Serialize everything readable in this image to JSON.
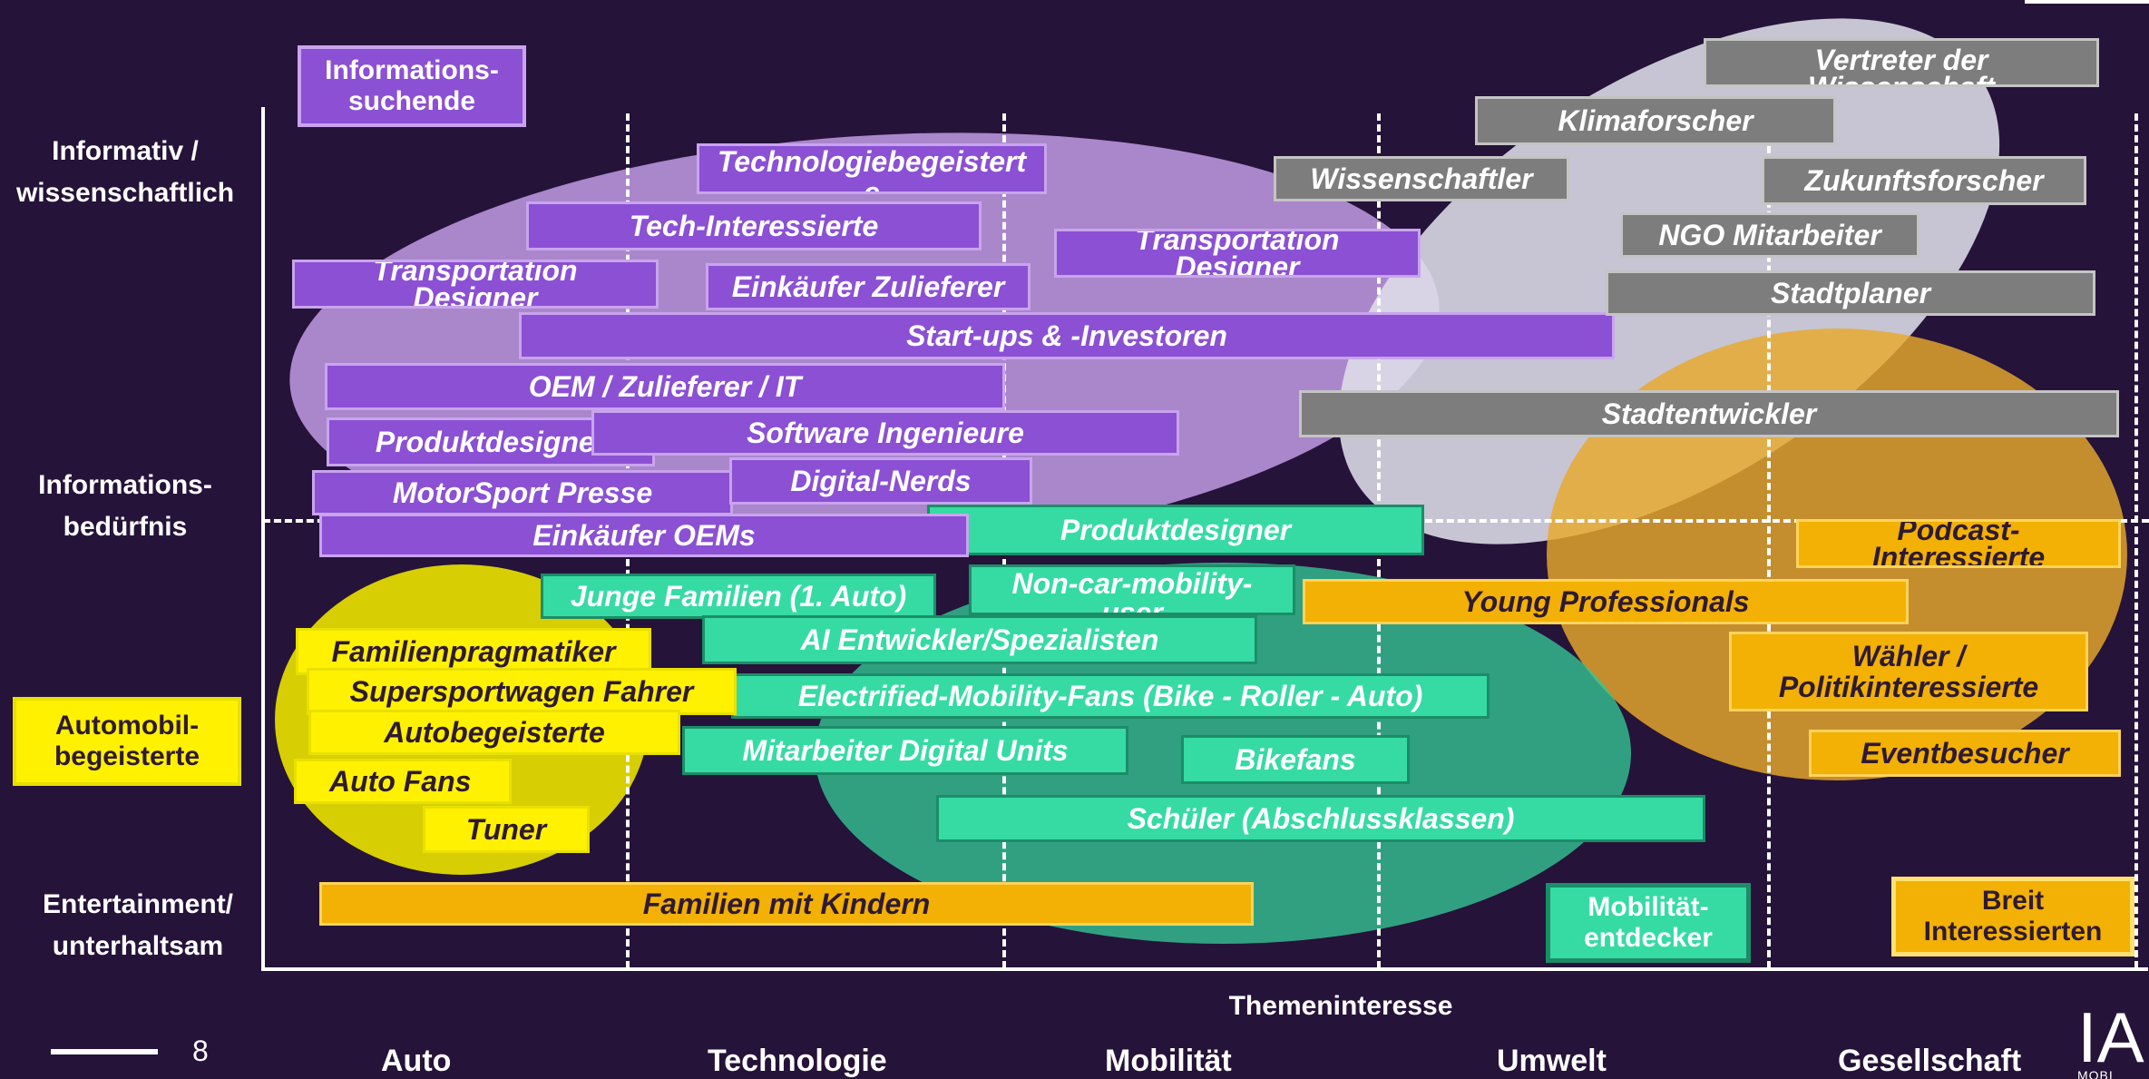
{
  "y_axis": {
    "top": "Informativ /\nwissenschaftlich",
    "mid": "Informations-\nbedürfnis",
    "bottom": "Entertainment/\nunterhaltsam"
  },
  "x_axis": {
    "title": "Themeninteresse",
    "categories": [
      "Auto",
      "Technologie",
      "Mobilität",
      "Umwelt",
      "Gesellschaft"
    ]
  },
  "legend": {
    "informationssuchende": "Informations-\nsuchende",
    "automobilbegeisterte": "Automobil-\nbegeisterte",
    "mobilitaetsentdecker": "Mobilität-\nentdecker",
    "breit_interessierten": "Breit\nInteressierten"
  },
  "page_number": "8",
  "logo_text": "IA",
  "logo_sub": "MOBI",
  "segments": {
    "purple": [
      "Technologiebegeistert\ne",
      "Tech-Interessierte",
      "Transportation\nDesigner",
      "Einkäufer Zulieferer",
      "Transportation\nDesigner",
      "Start-ups & -Investoren",
      "OEM / Zulieferer / IT",
      "Produktdesigner",
      "Software Ingenieure",
      "MotorSport Presse",
      "Digital-Nerds",
      "Einkäufer OEMs"
    ],
    "gray": [
      "Vertreter der\nWissenschaft",
      "Klimaforscher",
      "Wissenschaftler",
      "Zukunftsforscher",
      "NGO Mitarbeiter",
      "Stadtplaner",
      "Stadtentwickler"
    ],
    "green": [
      "Produktdesigner",
      "Junge Familien (1. Auto)",
      "Non-car-mobility-\nuser",
      "AI Entwickler/Spezialisten",
      "Electrified-Mobility-Fans (Bike - Roller - Auto)",
      "Mitarbeiter Digital Units",
      "Bikefans",
      "Schüler (Abschlussklassen)"
    ],
    "orange": [
      "Podcast-\nInteressierte",
      "Young Professionals",
      "Wähler /\nPolitikinteressierte",
      "Eventbesucher",
      "Familien mit Kindern"
    ],
    "yellow": [
      "Familienpragmatiker",
      "Supersportwagen Fahrer",
      "Autobegeisterte",
      "Auto Fans",
      "Tuner"
    ]
  },
  "colors": {
    "background": "#251339",
    "purple": "#8B50D4",
    "gray": "#7D7D7D",
    "green": "#35DBA2",
    "orange": "#F2B104",
    "yellow": "#FFF100"
  }
}
